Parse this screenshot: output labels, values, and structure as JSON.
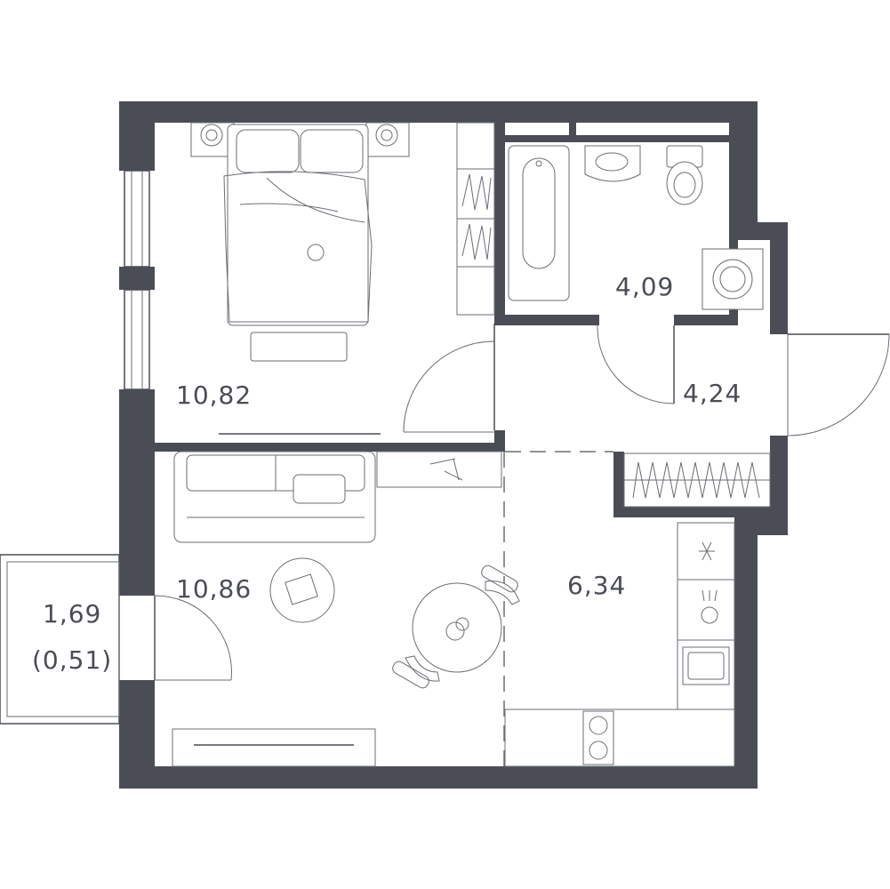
{
  "colors": {
    "wall": "#4a4d55",
    "line": "#6b6e75",
    "background": "#ffffff"
  },
  "rooms": {
    "bedroom": {
      "area": "10,82"
    },
    "bathroom": {
      "area": "4,09"
    },
    "hallway": {
      "area": "4,24"
    },
    "living_room": {
      "area": "10,86"
    },
    "kitchen": {
      "area": "6,34"
    },
    "balcony": {
      "area": "1,69",
      "reduced_area": "(0,51)"
    }
  },
  "icons": [
    "bed-icon",
    "nightstand-icon",
    "wardrobe-icon",
    "bathtub-icon",
    "sink-icon",
    "toilet-icon",
    "washing-machine-icon",
    "sofa-icon",
    "coffee-table-icon",
    "dining-table-icon",
    "chair-icon",
    "tv-stand-icon",
    "stove-icon",
    "kitchen-sink-icon",
    "door-swing-icon"
  ]
}
